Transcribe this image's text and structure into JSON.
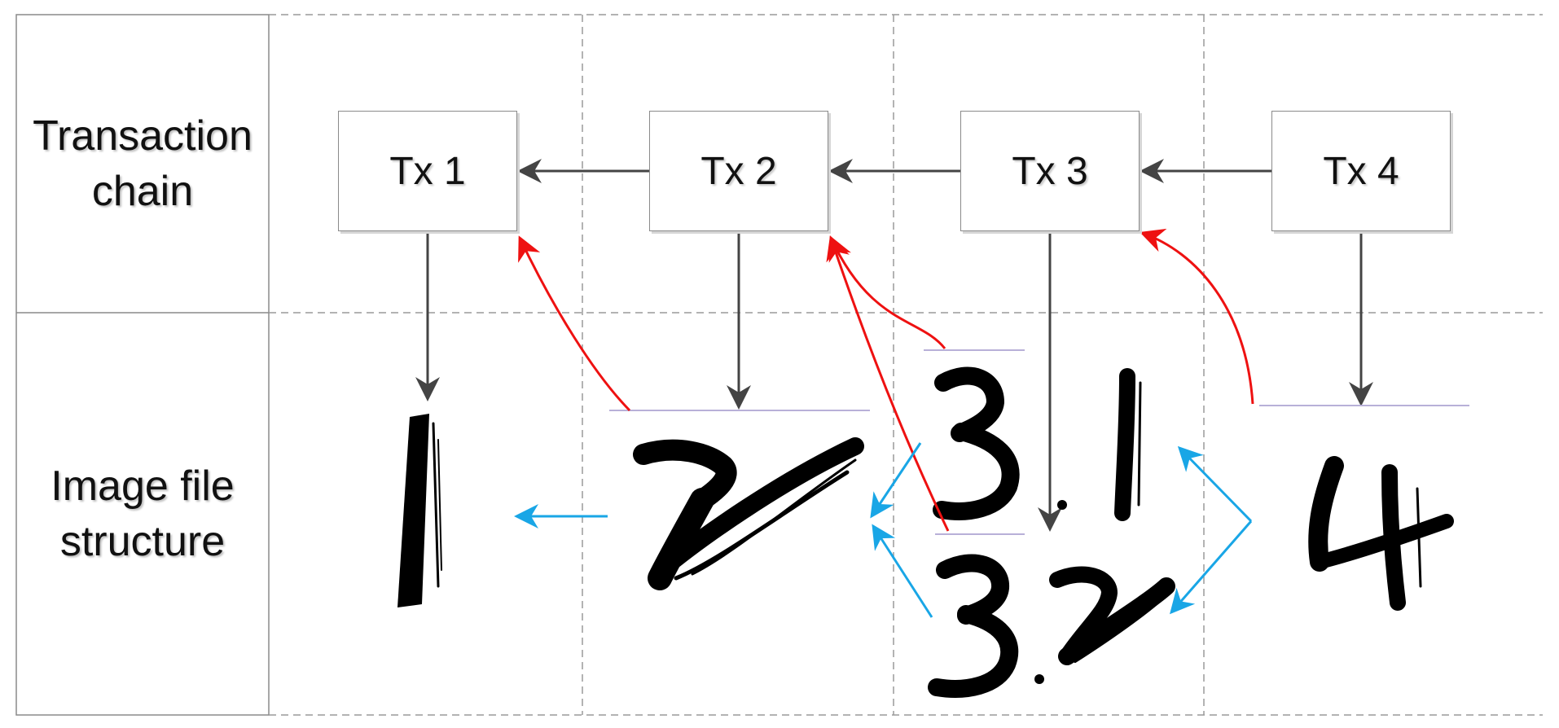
{
  "row_labels": {
    "chain_line1": "Transaction",
    "chain_line2": "chain",
    "image_line1": "Image file",
    "image_line2": "structure"
  },
  "transactions": [
    "Tx 1",
    "Tx 2",
    "Tx 3",
    "Tx 4"
  ],
  "colors": {
    "chain_arrow": "#444444",
    "reference_arrow": "#ee1111",
    "derivation_arrow": "#19a6e6",
    "grid_dashed": "#9a9a9a",
    "ink": "#000000"
  },
  "image_glyphs": [
    "1",
    "2",
    "3.1",
    "3.2",
    "4"
  ]
}
